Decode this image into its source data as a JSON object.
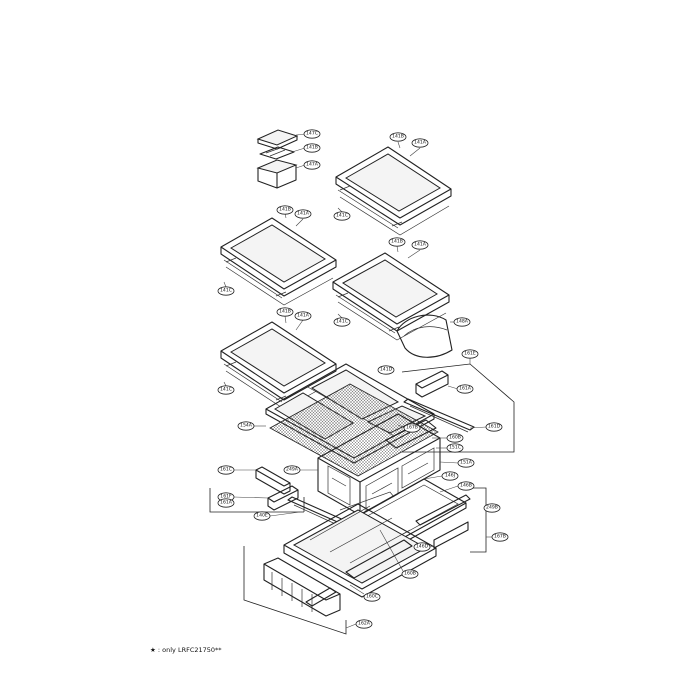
{
  "footnote": "★ : only LRFC21750**",
  "callouts": [
    {
      "id": "c1",
      "label": "147C"
    },
    {
      "id": "c2",
      "label": "141B"
    },
    {
      "id": "c3",
      "label": "147A"
    },
    {
      "id": "c4",
      "label": "141B"
    },
    {
      "id": "c5",
      "label": "141A"
    },
    {
      "id": "c6",
      "label": "141C"
    },
    {
      "id": "c7",
      "label": "141B"
    },
    {
      "id": "c8",
      "label": "141A"
    },
    {
      "id": "c9",
      "label": "141C"
    },
    {
      "id": "c10",
      "label": "141B"
    },
    {
      "id": "c11",
      "label": "141A"
    },
    {
      "id": "c12",
      "label": "141C"
    },
    {
      "id": "c13",
      "label": "148A"
    },
    {
      "id": "c14",
      "label": "141B"
    },
    {
      "id": "c15",
      "label": "141A"
    },
    {
      "id": "c16",
      "label": "141C"
    },
    {
      "id": "c17",
      "label": "161E"
    },
    {
      "id": "c18",
      "label": "141D"
    },
    {
      "id": "c19",
      "label": "161A"
    },
    {
      "id": "c20",
      "label": "161D"
    },
    {
      "id": "c21",
      "label": "154A"
    },
    {
      "id": "c22",
      "label": "167B"
    },
    {
      "id": "c23",
      "label": "160B"
    },
    {
      "id": "c24",
      "label": "151C"
    },
    {
      "id": "c25",
      "label": "151A"
    },
    {
      "id": "c26",
      "label": "161C"
    },
    {
      "id": "c27",
      "label": "249A"
    },
    {
      "id": "c28",
      "label": "161F"
    },
    {
      "id": "c29",
      "label": "161A"
    },
    {
      "id": "c30",
      "label": "140E"
    },
    {
      "id": "c31",
      "label": "146J"
    },
    {
      "id": "c32",
      "label": "146B"
    },
    {
      "id": "c33",
      "label": "249B"
    },
    {
      "id": "c34",
      "label": "146D"
    },
    {
      "id": "c35",
      "label": "167B"
    },
    {
      "id": "c36",
      "label": "160B"
    },
    {
      "id": "c37",
      "label": "160C"
    },
    {
      "id": "c38",
      "label": "162A"
    }
  ]
}
